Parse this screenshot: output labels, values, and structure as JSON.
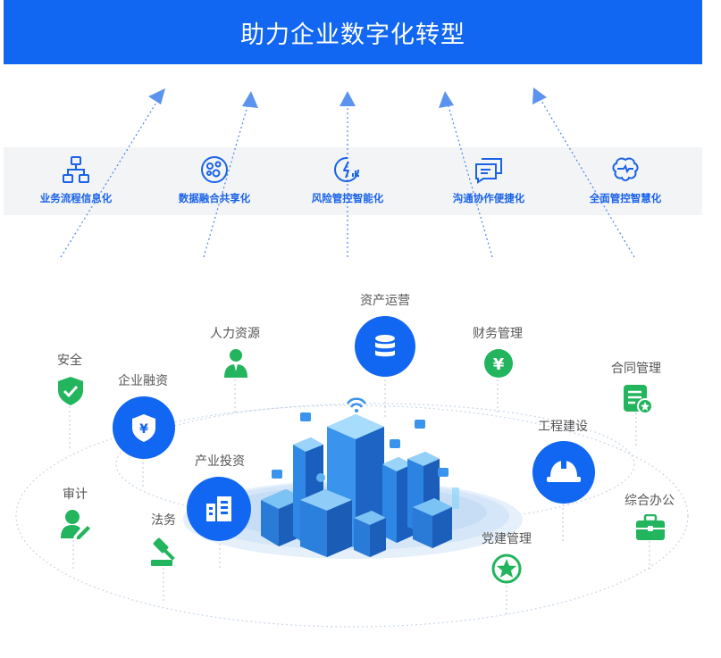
{
  "title": "助力企业数字化转型",
  "goals": [
    {
      "label": "业务流程信息化",
      "icon": "flowchart-icon"
    },
    {
      "label": "数据融合共享化",
      "icon": "data-fusion-icon"
    },
    {
      "label": "风险管控智能化",
      "icon": "risk-control-icon"
    },
    {
      "label": "沟通协作便捷化",
      "icon": "chat-icon"
    },
    {
      "label": "全面管控智慧化",
      "icon": "brain-icon"
    }
  ],
  "modules": {
    "asset_ops": "资产运营",
    "hr": "人力资源",
    "finance": "财务管理",
    "safety": "安全",
    "financing": "企业融资",
    "contract": "合同管理",
    "engineering": "工程建设",
    "investment": "产业投资",
    "audit": "审计",
    "legal": "法务",
    "party": "党建管理",
    "office": "综合办公"
  },
  "colors": {
    "primary_blue": "#1166f2",
    "green": "#22b55e",
    "goal_text": "#1a63e8"
  }
}
